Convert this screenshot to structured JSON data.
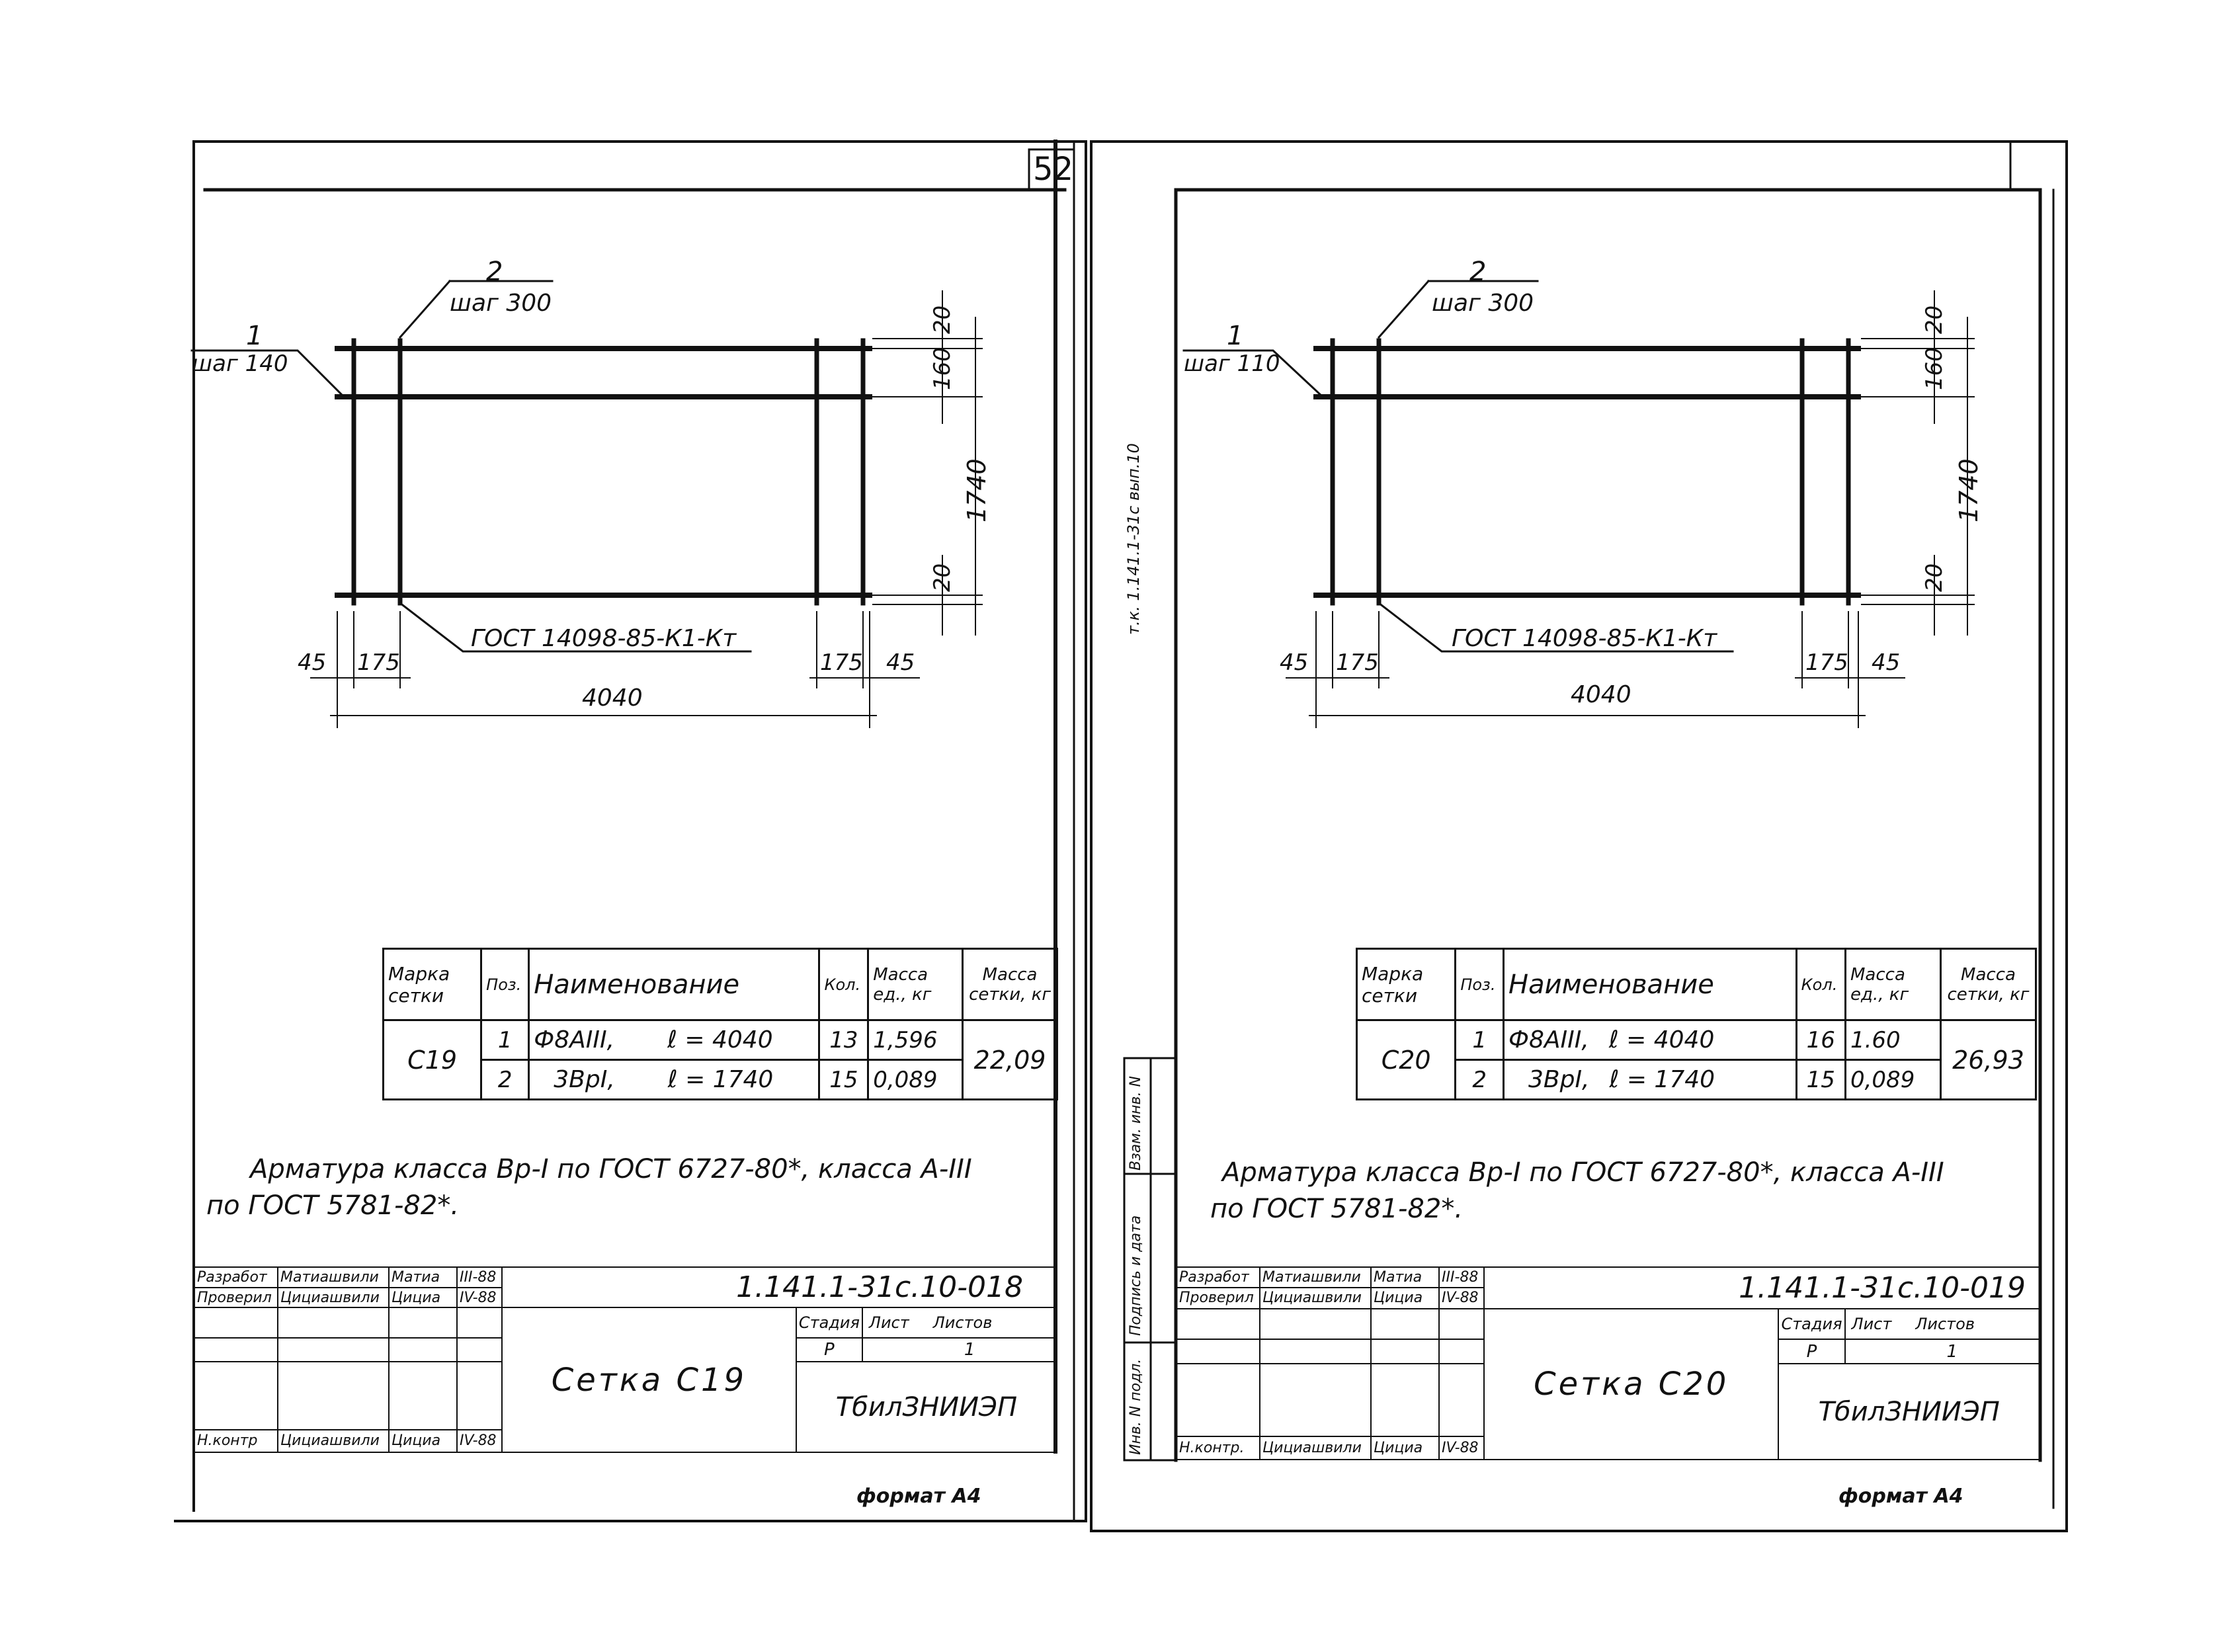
{
  "left_sheet": {
    "page_number": "52",
    "drawing": {
      "pos1_number": "1",
      "pos1_step": "шаг 140",
      "pos2_number": "2",
      "pos2_step": "шаг 300",
      "gost_note": "ГОСТ 14098-85-К1-Кт",
      "dim_top_20": "20",
      "dim_160": "160",
      "dim_1740": "1740",
      "dim_bottom_20": "20",
      "dim_left_45": "45",
      "dim_left_175": "175",
      "dim_right_175": "175",
      "dim_right_45": "45",
      "dim_4040": "4040"
    },
    "spec_table": {
      "headers": {
        "mark": "Марка сетки",
        "pos": "Поз.",
        "name": "Наименование",
        "qty": "Кол.",
        "unit_mass": "Масса ед., кг",
        "mesh_mass": "Масса сетки, кг"
      },
      "mark": "С19",
      "mesh_mass": "22,09",
      "rows": [
        {
          "pos": "1",
          "name": "Ф8АIII,",
          "length": "ℓ = 4040",
          "qty": "13",
          "unit_mass": "1,596"
        },
        {
          "pos": "2",
          "name": "3ВрI,",
          "length": "ℓ = 1740",
          "qty": "15",
          "unit_mass": "0,089"
        }
      ]
    },
    "note_line1": "Арматура класса Вр-I по ГОСТ 6727-80*, класса А-III",
    "note_line2": "по ГОСТ 5781-82*.",
    "title_block": {
      "roles": [
        "Разработ",
        "Проверил",
        "",
        "",
        "",
        "Н.контр"
      ],
      "names": [
        "Матиашвили",
        "Цициашвили",
        "",
        "",
        "",
        "Цициашвили"
      ],
      "signatures": [
        "Матиа",
        "Цициа",
        "",
        "",
        "",
        "Цициа"
      ],
      "dates": [
        "III-88",
        "IV-88",
        "",
        "",
        "",
        "IV-88"
      ],
      "doc_code": "1.141.1-31с.10-018",
      "title": "Сетка С19",
      "stage_label": "Стадия",
      "sheet_label": "Лист",
      "sheets_label": "Листов",
      "stage": "Р",
      "sheet": "",
      "sheets": "1",
      "org": "ТбилЗНИИЭП"
    },
    "format": "формат А4"
  },
  "right_sheet": {
    "drawing": {
      "pos1_number": "1",
      "pos1_step": "шаг 110",
      "pos2_number": "2",
      "pos2_step": "шаг 300",
      "gost_note": "ГОСТ 14098-85-К1-Кт",
      "dim_top_20": "20",
      "dim_160": "160",
      "dim_1740": "1740",
      "dim_bottom_20": "20",
      "dim_left_45": "45",
      "dim_left_175": "175",
      "dim_right_175": "175",
      "dim_right_45": "45",
      "dim_4040": "4040"
    },
    "spec_table": {
      "headers": {
        "mark": "Марка сетки",
        "pos": "Поз.",
        "name": "Наименование",
        "qty": "Кол.",
        "unit_mass": "Масса ед., кг",
        "mesh_mass": "Масса сетки, кг"
      },
      "mark": "С20",
      "mesh_mass": "26,93",
      "rows": [
        {
          "pos": "1",
          "name": "Ф8АIII,",
          "length": "ℓ = 4040",
          "qty": "16",
          "unit_mass": "1.60"
        },
        {
          "pos": "2",
          "name": "3ВрI,",
          "length": "ℓ = 1740",
          "qty": "15",
          "unit_mass": "0,089"
        }
      ]
    },
    "note_line1": "Арматура класса Вр-I по ГОСТ 6727-80*, класса А-III",
    "note_line2": "по ГОСТ 5781-82*.",
    "title_block": {
      "roles": [
        "Разработ",
        "Проверил",
        "",
        "",
        "",
        "Н.контр."
      ],
      "names": [
        "Матиашвили",
        "Цициашвили",
        "",
        "",
        "",
        "Цициашвили"
      ],
      "signatures": [
        "Матиа",
        "Цициа",
        "",
        "",
        "",
        "Цициа"
      ],
      "dates": [
        "III-88",
        "IV-88",
        "",
        "",
        "",
        "IV-88"
      ],
      "doc_code": "1.141.1-31с.10-019",
      "title": "Сетка С20",
      "stage_label": "Стадия",
      "sheet_label": "Лист",
      "sheets_label": "Листов",
      "stage": "Р",
      "sheet": "",
      "sheets": "1",
      "org": "ТбилЗНИИЭП"
    },
    "format": "формат А4",
    "side_margin_labels": [
      "Инв. N подл.",
      "Подпись и дата",
      "Взам. инв. N"
    ],
    "side_reference": "т.к. 1.141.1-31с вып.10"
  }
}
